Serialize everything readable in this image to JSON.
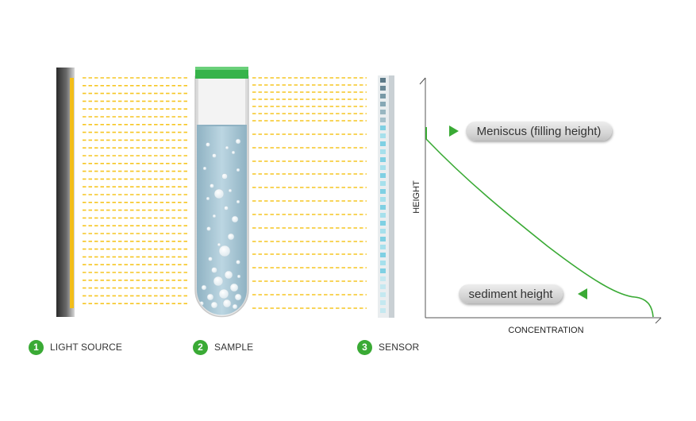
{
  "legend": [
    {
      "number": "1",
      "label": "LIGHT SOURCE"
    },
    {
      "number": "2",
      "label": "SAMPLE"
    },
    {
      "number": "3",
      "label": "SENSOR"
    }
  ],
  "graph": {
    "x_axis_label": "CONCENTRATION",
    "y_axis_label": "HEIGHT",
    "meniscus_label": "Meniscus (filling height)",
    "sediment_label": "sediment height"
  },
  "colors": {
    "accent_green": "#3aaa35",
    "light_ray_yellow": "#f6c624",
    "liquid_blue": "#a9c6d4",
    "tube_cap": "#36b34a"
  }
}
